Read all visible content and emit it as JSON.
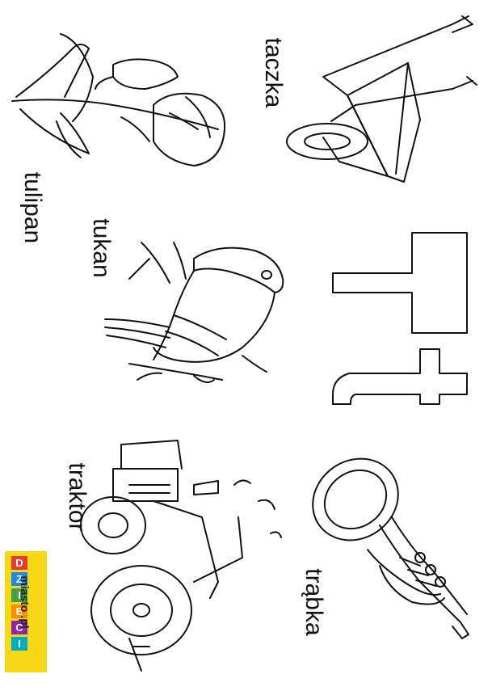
{
  "words": {
    "taczka": "taczka",
    "tulipan": "tulipan",
    "tukan": "tukan",
    "traktor": "traktor",
    "trabka": "trąbka"
  },
  "letter": {
    "upper": "T",
    "lower": "t"
  },
  "logo": {
    "top": "miasto",
    "letters": [
      "D",
      "Z",
      "I",
      "E",
      "C",
      "I"
    ],
    "suffix": ".pl",
    "colors": [
      "#e53935",
      "#1e88e5",
      "#43a047",
      "#fb8c00",
      "#8e24aa",
      "#00acc1"
    ]
  }
}
